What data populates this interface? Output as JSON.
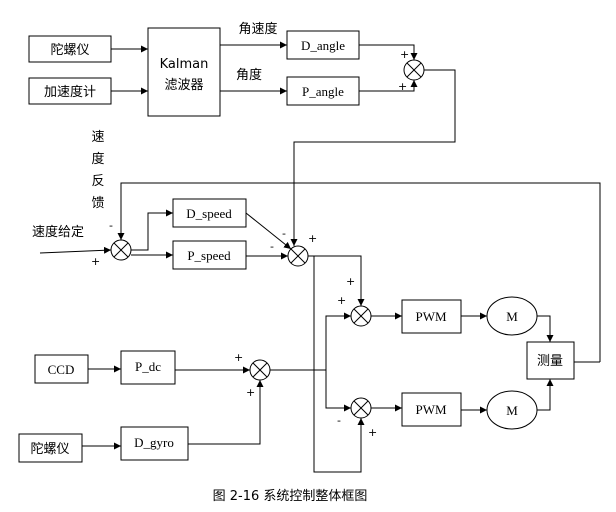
{
  "blocks": {
    "gyro_top": "陀螺仪",
    "accel": "加速度计",
    "kalman_l1": "Kalman",
    "kalman_l2": "滤波器",
    "d_angle": "D_angle",
    "p_angle": "P_angle",
    "d_speed": "D_speed",
    "p_speed": "P_speed",
    "pwm1": "PWM",
    "pwm2": "PWM",
    "m1": "M",
    "m2": "M",
    "measure": "测量",
    "ccd": "CCD",
    "p_dc": "P_dc",
    "gyro_bottom": "陀螺仪",
    "d_gyro": "D_gyro"
  },
  "labels": {
    "angular_velocity": "角速度",
    "angle": "角度",
    "speed_feedback_chars": [
      "速",
      "度",
      "反",
      "馈"
    ],
    "speed_setpoint": "速度给定"
  },
  "signs": {
    "plus": "+",
    "minus": "-"
  },
  "caption": "图 2-16 系统控制整体框图"
}
